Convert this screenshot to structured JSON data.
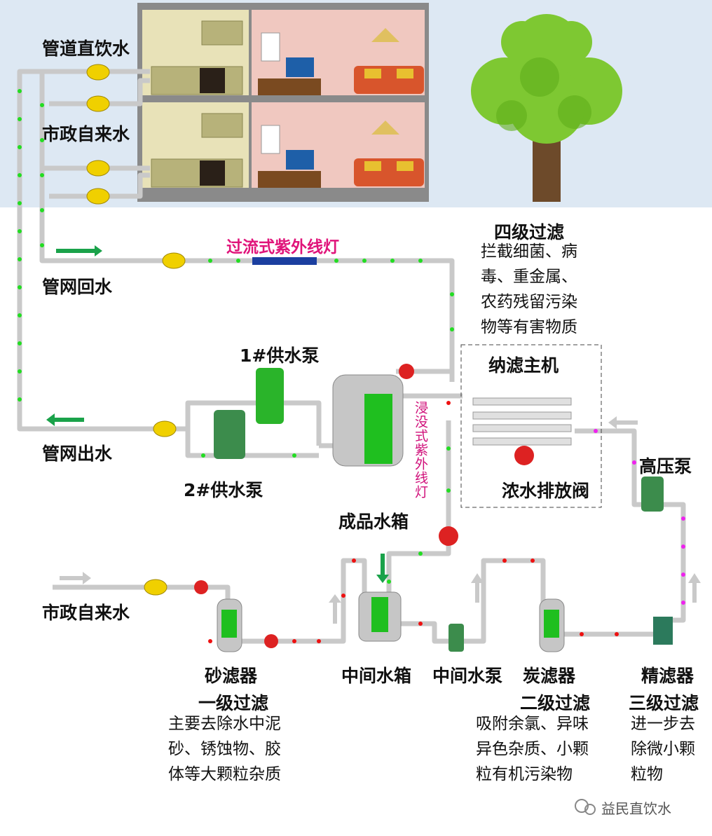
{
  "labels": {
    "pipeline_direct_drinking": "管道直饮水",
    "municipal_tap_top": "市政自来水",
    "network_return": "管网回水",
    "uv_flow_lamp": "过流式紫外线灯",
    "stage4_title": "四级过滤",
    "stage4_desc": [
      "拦截细菌、病",
      "毒、重金属、",
      "农药残留污染",
      "物等有害物质"
    ],
    "pump1": "1#供水泵",
    "pump2": "2#供水泵",
    "network_out": "管网出水",
    "nano_host": "纳滤主机",
    "immersed_uv": "浸没式紫外线灯",
    "product_tank": "成品水箱",
    "concentrate_valve": "浓水排放阀",
    "high_pressure_pump": "高压泵",
    "municipal_tap_bottom": "市政自来水",
    "sand_filter": "砂滤器",
    "stage1_title": "一级过滤",
    "stage1_desc": [
      "主要去除水中泥",
      "砂、锈蚀物、胶",
      "体等大颗粒杂质"
    ],
    "mid_tank": "中间水箱",
    "mid_pump": "中间水泵",
    "carbon_filter": "炭滤器",
    "stage2_title": "二级过滤",
    "stage2_desc": [
      "吸附余氯、异味",
      "异色杂质、小颗",
      "粒有机污染物"
    ],
    "fine_filter": "精滤器",
    "stage3_title": "三级过滤",
    "stage3_desc": [
      "进一步去",
      "除微小颗",
      "粒物"
    ],
    "watermark": "益民直饮水"
  },
  "colors": {
    "sky": "#dde8f3",
    "pipe": "#c9c9c9",
    "green_dot": "#22dd22",
    "red_dot": "#ee1111",
    "pink_dot": "#ee22ee",
    "accent_pink": "#e0147a",
    "tank_green": "#1fbf1f"
  }
}
